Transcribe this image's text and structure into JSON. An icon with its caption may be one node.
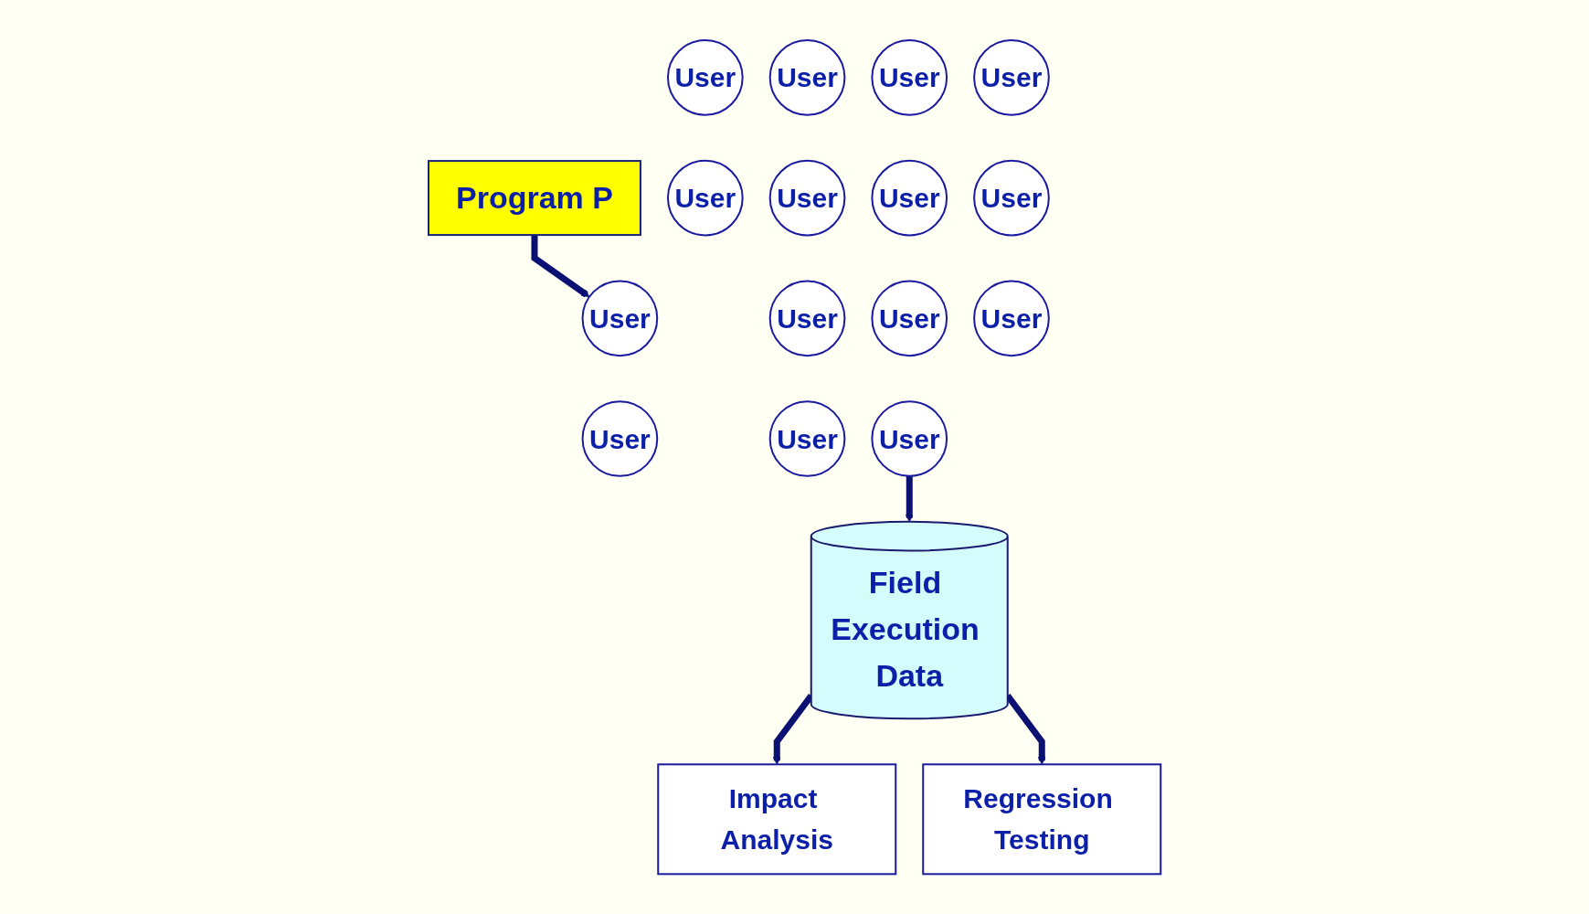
{
  "diagram": {
    "nodes": [
      {
        "text": [
          "Program P"
        ]
      },
      {
        "text": [
          "User"
        ]
      },
      {
        "text": [
          "User"
        ]
      },
      {
        "text": [
          "User"
        ]
      },
      {
        "text": [
          "User"
        ]
      },
      {
        "text": [
          "User"
        ]
      },
      {
        "text": [
          "User"
        ]
      },
      {
        "text": [
          "User"
        ]
      },
      {
        "text": [
          "User"
        ]
      },
      {
        "text": [
          "User"
        ]
      },
      {
        "text": [
          "User"
        ]
      },
      {
        "text": [
          "User"
        ]
      },
      {
        "text": [
          "User"
        ]
      },
      {
        "text": [
          "User"
        ]
      },
      {
        "text": [
          "User"
        ]
      },
      {
        "text": [
          "User"
        ]
      },
      {
        "text": [
          "Field Execution Data"
        ]
      },
      {
        "text": [
          "Impact Analysis"
        ]
      },
      {
        "text": [
          "Regression Testing"
        ]
      }
    ],
    "edges": [
      {
        "from": 0,
        "to": 8,
        "arrow": "to"
      },
      {
        "from": 14,
        "to": 16,
        "arrow": "to"
      },
      {
        "from": 16,
        "to": 17,
        "arrow": "to"
      },
      {
        "from": 16,
        "to": 18,
        "arrow": "to"
      }
    ]
  }
}
